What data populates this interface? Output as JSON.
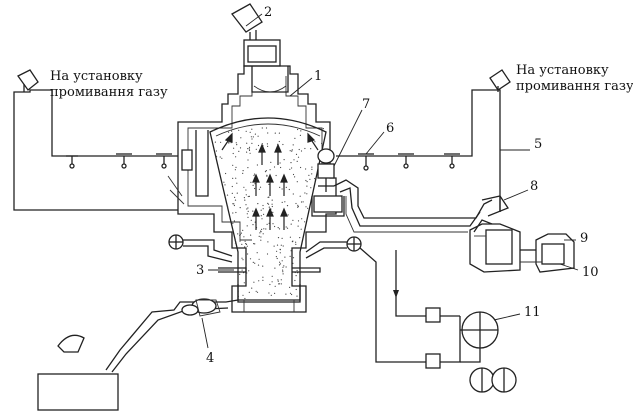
{
  "labels": {
    "left_caption_line1": "На установку",
    "left_caption_line2": "промивання газу",
    "right_caption_line1": "На установку",
    "right_caption_line2": "промивання газу"
  },
  "callouts": [
    "1",
    "2",
    "3",
    "4",
    "5",
    "6",
    "7",
    "8",
    "9",
    "10",
    "11"
  ]
}
